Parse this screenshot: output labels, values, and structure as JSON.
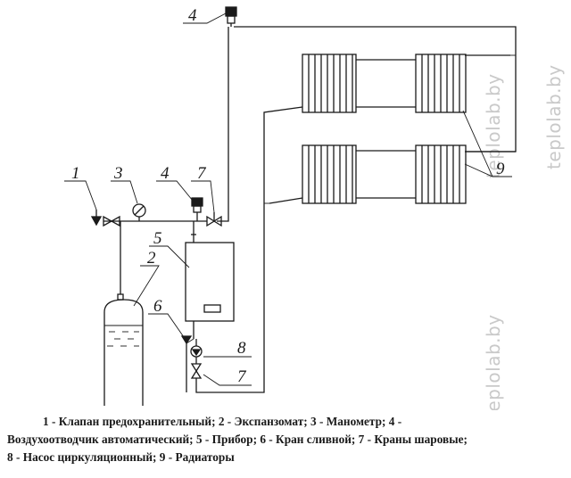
{
  "labels": {
    "l1": "1",
    "l2": "2",
    "l3": "3",
    "l4a": "4",
    "l4b": "4",
    "l5": "5",
    "l6": "6",
    "l7a": "7",
    "l7b": "7",
    "l8": "8",
    "l9": "9"
  },
  "watermark": "teplolab.by",
  "caption": {
    "line1": "1 - Клапан предохранительный; 2 - Экспанзомат; 3 - Манометр; 4 -",
    "line2": "Воздухоотводчик автоматический; 5 - Прибор; 6 - Кран сливной; 7 - Краны шаровые;",
    "line3": "8 - Насос циркуляционный; 9 - Радиаторы"
  }
}
